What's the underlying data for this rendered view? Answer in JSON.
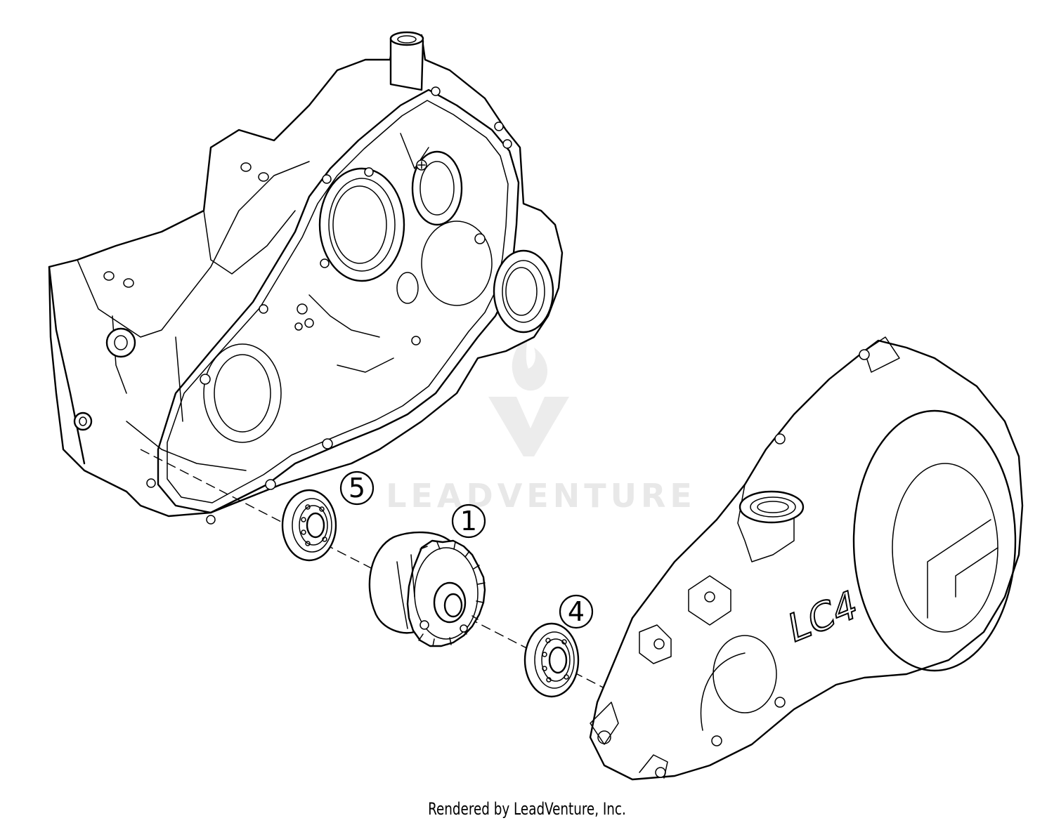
{
  "diagram": {
    "watermark": "LEADVENTURE",
    "cover_logo": "LC4",
    "callouts": [
      {
        "label": "5"
      },
      {
        "label": "1"
      },
      {
        "label": "4"
      }
    ]
  },
  "footer": {
    "credit": "Rendered by LeadVenture, Inc."
  }
}
